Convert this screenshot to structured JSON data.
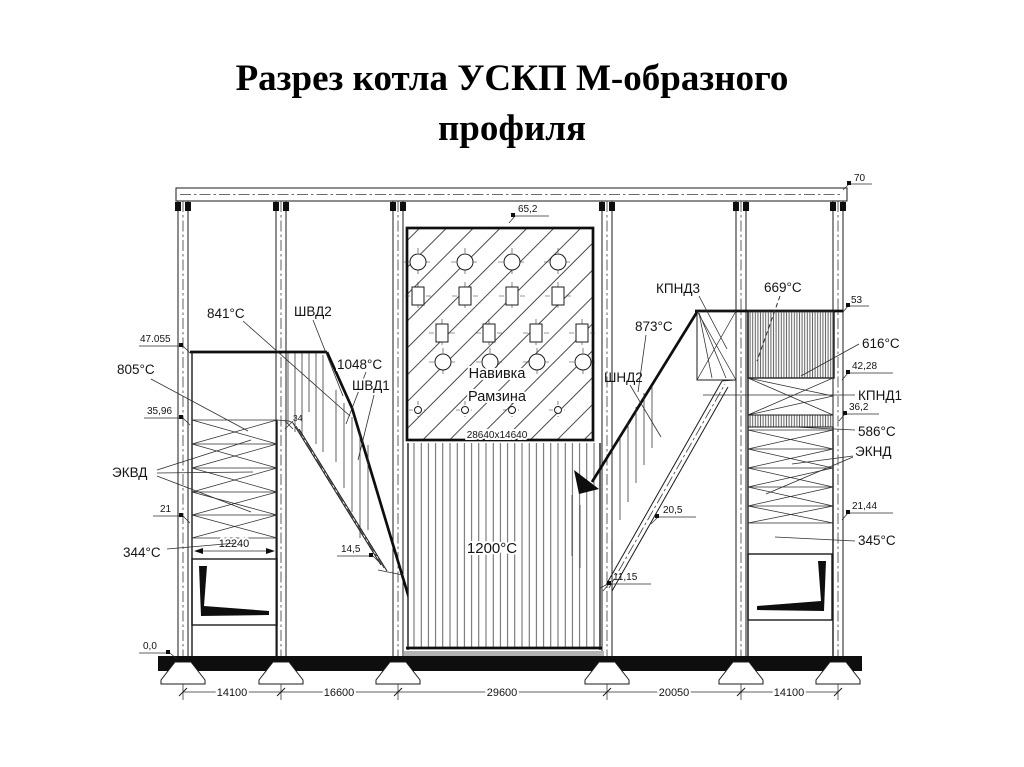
{
  "title": {
    "line1": "Разрез котла УСКП М-образного",
    "line2": "профиля"
  },
  "labels": {
    "t841": "841°C",
    "t805": "805°C",
    "t1048": "1048°C",
    "t344": "344°C",
    "t1200": "1200°C",
    "t873": "873°C",
    "t669": "669°C",
    "t616": "616°C",
    "t586": "586°C",
    "t345": "345°C",
    "shvd2": "ШВД2",
    "shvd1": "ШВД1",
    "ekvd": "ЭКВД",
    "shnd2": "ШНД2",
    "kpnd3": "КПНД3",
    "kpnd1": "КПНД1",
    "eknd": "ЭКНД",
    "navivka_line1": "Навивка",
    "navivka_line2": "Рамзина"
  },
  "elevations": {
    "e70": "70",
    "e53": "53",
    "e47055": "47.055",
    "e4228": "42,28",
    "e362": "36,2",
    "e3596": "35,96",
    "e21": "21",
    "e2144": "21,44",
    "e145": "14,5",
    "e1115": "11,15",
    "e205": "20,5",
    "e34": "34",
    "e652": "65,2",
    "e00": "0,0"
  },
  "dims": {
    "d12240": "12240",
    "furnace_size": "28640x14640",
    "spans": [
      "14100",
      "16600",
      "29600",
      "20050",
      "14100"
    ]
  }
}
